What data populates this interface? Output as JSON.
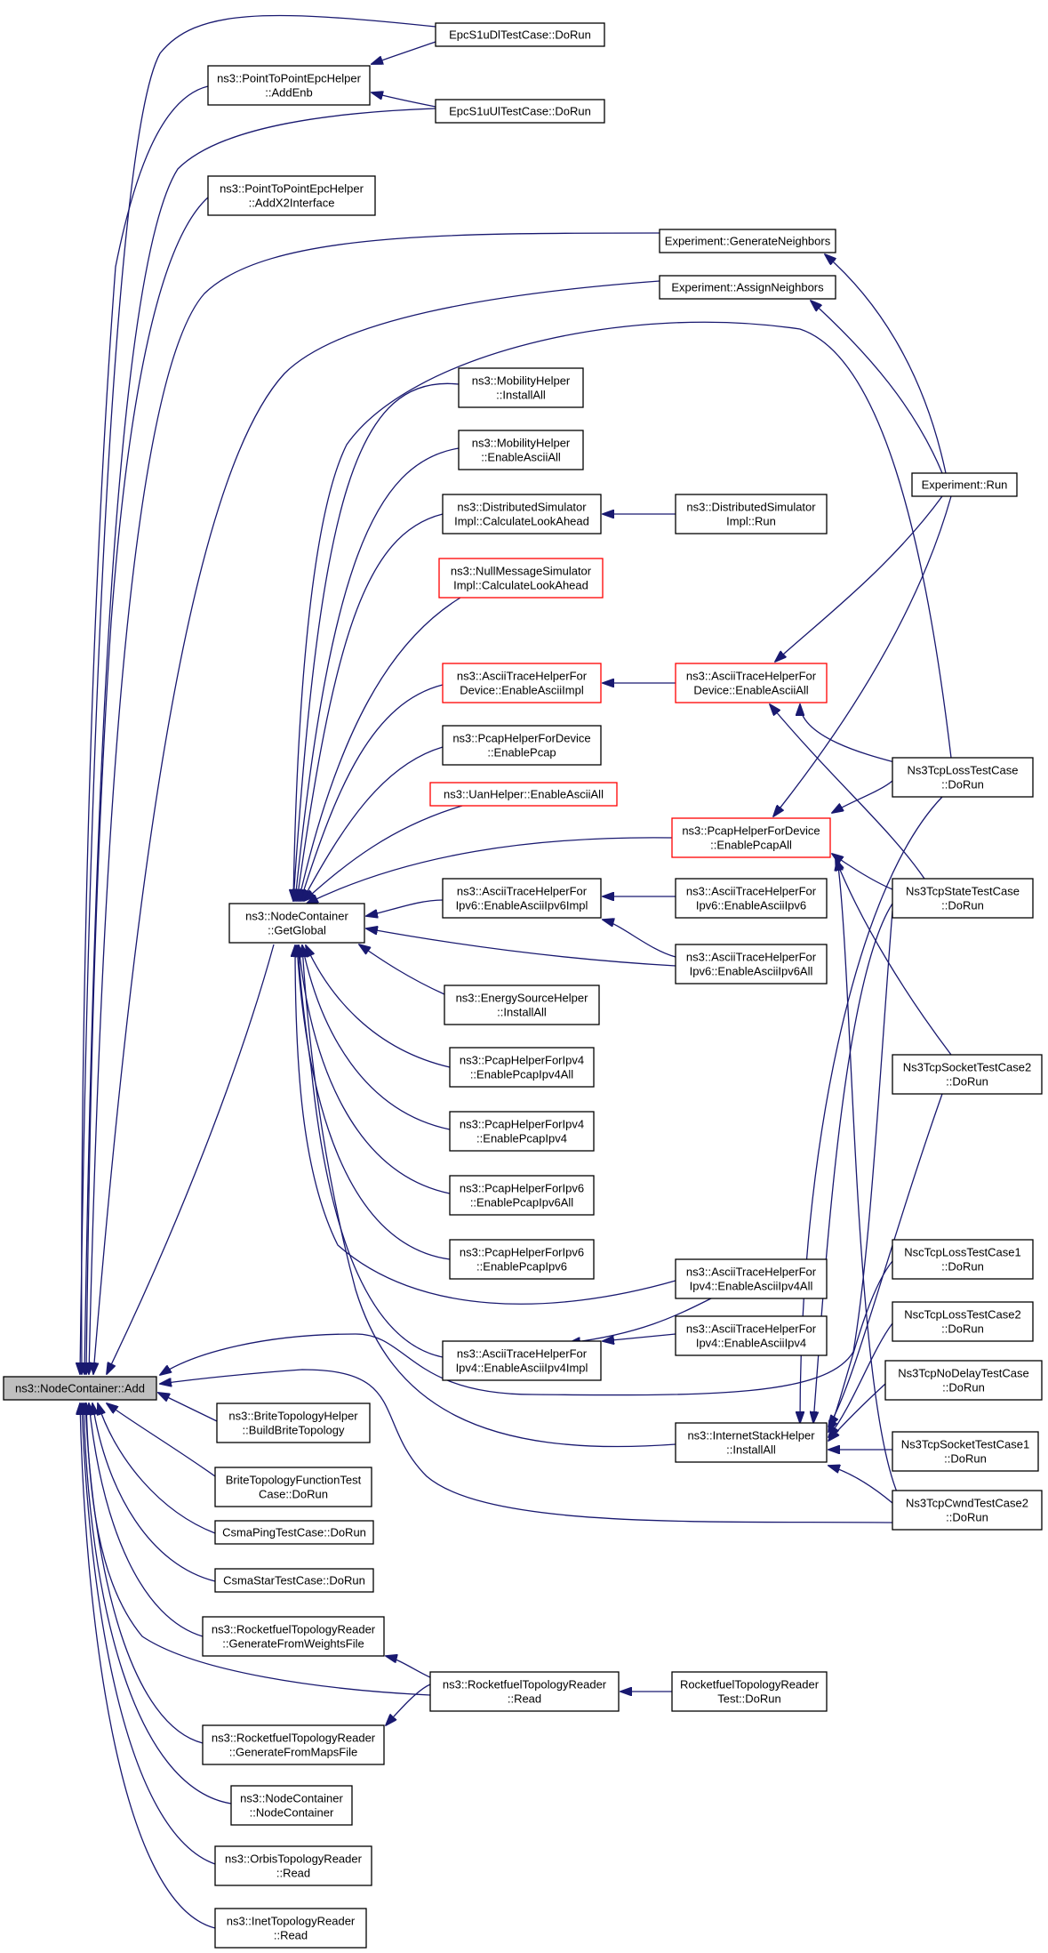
{
  "diagram": {
    "type": "call-graph",
    "root": "add",
    "nodes": [
      {
        "id": "add",
        "lines": [
          "ns3::NodeContainer::Add"
        ],
        "border": "black",
        "fill": "gray"
      },
      {
        "id": "p2p_addenb",
        "lines": [
          "ns3::PointToPointEpcHelper",
          "::AddEnb"
        ],
        "border": "black"
      },
      {
        "id": "epc_dl",
        "lines": [
          "EpcS1uDlTestCase::DoRun"
        ],
        "border": "black"
      },
      {
        "id": "epc_ul",
        "lines": [
          "EpcS1uUlTestCase::DoRun"
        ],
        "border": "black"
      },
      {
        "id": "p2p_addx2",
        "lines": [
          "ns3::PointToPointEpcHelper",
          "::AddX2Interface"
        ],
        "border": "black"
      },
      {
        "id": "exp_genneigh",
        "lines": [
          "Experiment::GenerateNeighbors"
        ],
        "border": "black"
      },
      {
        "id": "exp_assign",
        "lines": [
          "Experiment::AssignNeighbors"
        ],
        "border": "black"
      },
      {
        "id": "mob_install",
        "lines": [
          "ns3::MobilityHelper",
          "::InstallAll"
        ],
        "border": "black"
      },
      {
        "id": "mob_ascii",
        "lines": [
          "ns3::MobilityHelper",
          "::EnableAsciiAll"
        ],
        "border": "black"
      },
      {
        "id": "dist_calc",
        "lines": [
          "ns3::DistributedSimulator",
          "Impl::CalculateLookAhead"
        ],
        "border": "black"
      },
      {
        "id": "dist_run",
        "lines": [
          "ns3::DistributedSimulator",
          "Impl::Run"
        ],
        "border": "black"
      },
      {
        "id": "exp_run",
        "lines": [
          "Experiment::Run"
        ],
        "border": "black"
      },
      {
        "id": "null_calc",
        "lines": [
          "ns3::NullMessageSimulator",
          "Impl::CalculateLookAhead"
        ],
        "border": "red"
      },
      {
        "id": "atdev_impl",
        "lines": [
          "ns3::AsciiTraceHelperFor",
          "Device::EnableAsciiImpl"
        ],
        "border": "red"
      },
      {
        "id": "atdev_all",
        "lines": [
          "ns3::AsciiTraceHelperFor",
          "Device::EnableAsciiAll"
        ],
        "border": "red"
      },
      {
        "id": "pcapdev",
        "lines": [
          "ns3::PcapHelperForDevice",
          "::EnablePcap"
        ],
        "border": "black"
      },
      {
        "id": "tcploss",
        "lines": [
          "Ns3TcpLossTestCase",
          "::DoRun"
        ],
        "border": "black"
      },
      {
        "id": "uan",
        "lines": [
          "ns3::UanHelper::EnableAsciiAll"
        ],
        "border": "red"
      },
      {
        "id": "pcapdev_all",
        "lines": [
          "ns3::PcapHelperForDevice",
          "::EnablePcapAll"
        ],
        "border": "red"
      },
      {
        "id": "getglobal",
        "lines": [
          "ns3::NodeContainer",
          "::GetGlobal"
        ],
        "border": "black"
      },
      {
        "id": "atipv6_impl",
        "lines": [
          "ns3::AsciiTraceHelperFor",
          "Ipv6::EnableAsciiIpv6Impl"
        ],
        "border": "black"
      },
      {
        "id": "atipv6",
        "lines": [
          "ns3::AsciiTraceHelperFor",
          "Ipv6::EnableAsciiIpv6"
        ],
        "border": "black"
      },
      {
        "id": "tcpstate",
        "lines": [
          "Ns3TcpStateTestCase",
          "::DoRun"
        ],
        "border": "black"
      },
      {
        "id": "atipv6_all",
        "lines": [
          "ns3::AsciiTraceHelperFor",
          "Ipv6::EnableAsciiIpv6All"
        ],
        "border": "black"
      },
      {
        "id": "energy",
        "lines": [
          "ns3::EnergySourceHelper",
          "::InstallAll"
        ],
        "border": "black"
      },
      {
        "id": "tcpsock2",
        "lines": [
          "Ns3TcpSocketTestCase2",
          "::DoRun"
        ],
        "border": "black"
      },
      {
        "id": "pcap4_all",
        "lines": [
          "ns3::PcapHelperForIpv4",
          "::EnablePcapIpv4All"
        ],
        "border": "black"
      },
      {
        "id": "pcap4",
        "lines": [
          "ns3::PcapHelperForIpv4",
          "::EnablePcapIpv4"
        ],
        "border": "black"
      },
      {
        "id": "pcap6_all",
        "lines": [
          "ns3::PcapHelperForIpv6",
          "::EnablePcapIpv6All"
        ],
        "border": "black"
      },
      {
        "id": "pcap6",
        "lines": [
          "ns3::PcapHelperForIpv6",
          "::EnablePcapIpv6"
        ],
        "border": "black"
      },
      {
        "id": "nsc1",
        "lines": [
          "NscTcpLossTestCase1",
          "::DoRun"
        ],
        "border": "black"
      },
      {
        "id": "atipv4_all",
        "lines": [
          "ns3::AsciiTraceHelperFor",
          "Ipv4::EnableAsciiIpv4All"
        ],
        "border": "black"
      },
      {
        "id": "nsc2",
        "lines": [
          "NscTcpLossTestCase2",
          "::DoRun"
        ],
        "border": "black"
      },
      {
        "id": "atipv4_impl",
        "lines": [
          "ns3::AsciiTraceHelperFor",
          "Ipv4::EnableAsciiIpv4Impl"
        ],
        "border": "black"
      },
      {
        "id": "atipv4",
        "lines": [
          "ns3::AsciiTraceHelperFor",
          "Ipv4::EnableAsciiIpv4"
        ],
        "border": "black"
      },
      {
        "id": "tcpnodelay",
        "lines": [
          "Ns3TcpNoDelayTestCase",
          "::DoRun"
        ],
        "border": "black"
      },
      {
        "id": "brite_build",
        "lines": [
          "ns3::BriteTopologyHelper",
          "::BuildBriteTopology"
        ],
        "border": "black"
      },
      {
        "id": "inetstack",
        "lines": [
          "ns3::InternetStackHelper",
          "::InstallAll"
        ],
        "border": "black"
      },
      {
        "id": "tcpsock1",
        "lines": [
          "Ns3TcpSocketTestCase1",
          "::DoRun"
        ],
        "border": "black"
      },
      {
        "id": "brite_func",
        "lines": [
          "BriteTopologyFunctionTest",
          "Case::DoRun"
        ],
        "border": "black"
      },
      {
        "id": "tcpcwnd2",
        "lines": [
          "Ns3TcpCwndTestCase2",
          "::DoRun"
        ],
        "border": "black"
      },
      {
        "id": "csmaping",
        "lines": [
          "CsmaPingTestCase::DoRun"
        ],
        "border": "black"
      },
      {
        "id": "csmastar",
        "lines": [
          "CsmaStarTestCase::DoRun"
        ],
        "border": "black"
      },
      {
        "id": "rf_weights",
        "lines": [
          "ns3::RocketfuelTopologyReader",
          "::GenerateFromWeightsFile"
        ],
        "border": "black"
      },
      {
        "id": "rf_read",
        "lines": [
          "ns3::RocketfuelTopologyReader",
          "::Read"
        ],
        "border": "black"
      },
      {
        "id": "rf_test",
        "lines": [
          "RocketfuelTopologyReader",
          "Test::DoRun"
        ],
        "border": "black"
      },
      {
        "id": "rf_maps",
        "lines": [
          "ns3::RocketfuelTopologyReader",
          "::GenerateFromMapsFile"
        ],
        "border": "black"
      },
      {
        "id": "nc_ctor",
        "lines": [
          "ns3::NodeContainer",
          "::NodeContainer"
        ],
        "border": "black"
      },
      {
        "id": "orbis",
        "lines": [
          "ns3::OrbisTopologyReader",
          "::Read"
        ],
        "border": "black"
      },
      {
        "id": "inet_read",
        "lines": [
          "ns3::InetTopologyReader",
          "::Read"
        ],
        "border": "black"
      }
    ],
    "edges": [
      {
        "caller": "p2p_addenb",
        "callee": "add"
      },
      {
        "caller": "epc_dl",
        "callee": "add"
      },
      {
        "caller": "epc_ul",
        "callee": "add"
      },
      {
        "caller": "epc_dl",
        "callee": "p2p_addenb"
      },
      {
        "caller": "epc_ul",
        "callee": "p2p_addenb"
      },
      {
        "caller": "p2p_addx2",
        "callee": "add"
      },
      {
        "caller": "exp_genneigh",
        "callee": "add"
      },
      {
        "caller": "exp_assign",
        "callee": "add"
      },
      {
        "caller": "exp_run",
        "callee": "exp_genneigh"
      },
      {
        "caller": "exp_run",
        "callee": "exp_assign"
      },
      {
        "caller": "getglobal",
        "callee": "add"
      },
      {
        "caller": "mob_install",
        "callee": "getglobal"
      },
      {
        "caller": "mob_ascii",
        "callee": "getglobal"
      },
      {
        "caller": "dist_calc",
        "callee": "getglobal"
      },
      {
        "caller": "dist_run",
        "callee": "dist_calc"
      },
      {
        "caller": "null_calc",
        "callee": "getglobal"
      },
      {
        "caller": "atdev_impl",
        "callee": "getglobal"
      },
      {
        "caller": "atdev_all",
        "callee": "atdev_impl"
      },
      {
        "caller": "exp_run",
        "callee": "atdev_all"
      },
      {
        "caller": "tcploss",
        "callee": "atdev_all"
      },
      {
        "caller": "tcpstate",
        "callee": "atdev_all"
      },
      {
        "caller": "pcapdev",
        "callee": "getglobal"
      },
      {
        "caller": "uan",
        "callee": "getglobal"
      },
      {
        "caller": "pcapdev_all",
        "callee": "getglobal"
      },
      {
        "caller": "exp_run",
        "callee": "pcapdev_all"
      },
      {
        "caller": "tcploss",
        "callee": "pcapdev_all"
      },
      {
        "caller": "tcpstate",
        "callee": "pcapdev_all"
      },
      {
        "caller": "tcpsock2",
        "callee": "pcapdev_all"
      },
      {
        "caller": "tcpcwnd2",
        "callee": "pcapdev_all"
      },
      {
        "caller": "tcploss",
        "callee": "getglobal"
      },
      {
        "caller": "atipv6_impl",
        "callee": "getglobal"
      },
      {
        "caller": "atipv6",
        "callee": "atipv6_impl"
      },
      {
        "caller": "atipv6_all",
        "callee": "atipv6_impl"
      },
      {
        "caller": "atipv6_all",
        "callee": "getglobal"
      },
      {
        "caller": "energy",
        "callee": "getglobal"
      },
      {
        "caller": "pcap4_all",
        "callee": "getglobal"
      },
      {
        "caller": "pcap4",
        "callee": "getglobal"
      },
      {
        "caller": "pcap6_all",
        "callee": "getglobal"
      },
      {
        "caller": "pcap6",
        "callee": "getglobal"
      },
      {
        "caller": "atipv4_all",
        "callee": "getglobal"
      },
      {
        "caller": "atipv4_impl",
        "callee": "getglobal"
      },
      {
        "caller": "atipv4",
        "callee": "atipv4_impl"
      },
      {
        "caller": "atipv4_all",
        "callee": "atipv4_impl"
      },
      {
        "caller": "inetstack",
        "callee": "getglobal"
      },
      {
        "caller": "tcploss",
        "callee": "inetstack"
      },
      {
        "caller": "tcpstate",
        "callee": "inetstack"
      },
      {
        "caller": "tcpsock2",
        "callee": "inetstack"
      },
      {
        "caller": "nsc1",
        "callee": "inetstack"
      },
      {
        "caller": "nsc2",
        "callee": "inetstack"
      },
      {
        "caller": "tcpnodelay",
        "callee": "inetstack"
      },
      {
        "caller": "tcpsock1",
        "callee": "inetstack"
      },
      {
        "caller": "tcpcwnd2",
        "callee": "inetstack"
      },
      {
        "caller": "tcpstate",
        "callee": "add"
      },
      {
        "caller": "tcpcwnd2",
        "callee": "add"
      },
      {
        "caller": "brite_build",
        "callee": "add"
      },
      {
        "caller": "brite_func",
        "callee": "add"
      },
      {
        "caller": "csmaping",
        "callee": "add"
      },
      {
        "caller": "csmastar",
        "callee": "add"
      },
      {
        "caller": "rf_weights",
        "callee": "add"
      },
      {
        "caller": "rf_read",
        "callee": "add"
      },
      {
        "caller": "rf_read",
        "callee": "rf_weights"
      },
      {
        "caller": "rf_read",
        "callee": "rf_maps"
      },
      {
        "caller": "rf_test",
        "callee": "rf_read"
      },
      {
        "caller": "rf_maps",
        "callee": "add"
      },
      {
        "caller": "nc_ctor",
        "callee": "add"
      },
      {
        "caller": "orbis",
        "callee": "add"
      },
      {
        "caller": "inet_read",
        "callee": "add"
      }
    ],
    "colors": {
      "edge": "#191970",
      "border_default": "#000000",
      "border_truncated": "#ff0000",
      "root_fill": "#bfbfbf",
      "node_fill": "#ffffff"
    }
  }
}
